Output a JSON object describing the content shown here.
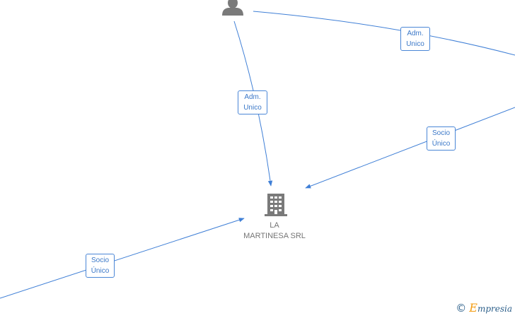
{
  "colors": {
    "edge": "#3f7fd6",
    "label_border": "#4a86d6",
    "label_text": "#3b78c8",
    "node_icon": "#7a7a7a",
    "node_text": "#757575",
    "brand_accent": "#f39c12",
    "brand_text": "#2c5f8a"
  },
  "nodes": {
    "person": {
      "icon": "person-icon"
    },
    "company": {
      "icon": "building-icon",
      "label_line1": "LA",
      "label_line2": "MARTINESA SRL"
    }
  },
  "edges": [
    {
      "id": "person-company",
      "line1": "Adm.",
      "line2": "Unico"
    },
    {
      "id": "person-offscreen-right",
      "line1": "Adm.",
      "line2": "Unico"
    },
    {
      "id": "offscreen-right-company",
      "line1": "Socio",
      "line2": "Único"
    },
    {
      "id": "offscreen-left-company",
      "line1": "Socio",
      "line2": "Único"
    }
  ],
  "watermark": {
    "symbol": "©",
    "brand_initial": "E",
    "brand_rest": "mpresia"
  }
}
